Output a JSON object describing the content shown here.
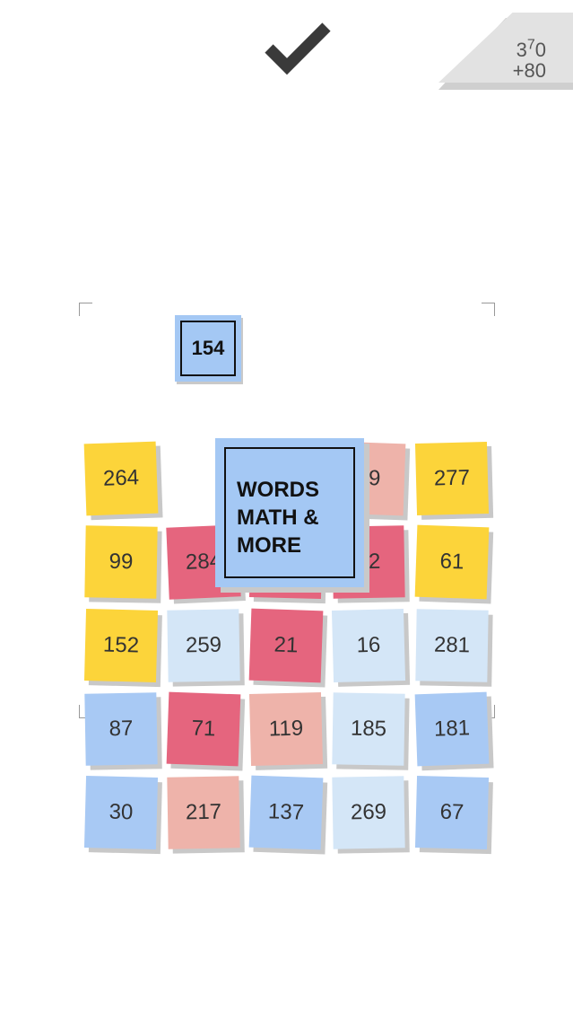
{
  "score": {
    "total_parts": [
      "3",
      "7",
      "0"
    ],
    "gain": "+80"
  },
  "target": {
    "value": "154"
  },
  "banner": {
    "lines": [
      "WORDS",
      "MATH &",
      "MORE"
    ]
  },
  "tiles": [
    {
      "value": "264",
      "color": "yellow"
    },
    {
      "value": "",
      "color": "none"
    },
    {
      "value": "",
      "color": "none"
    },
    {
      "value": "59",
      "color": "pink"
    },
    {
      "value": "277",
      "color": "yellow"
    },
    {
      "value": "99",
      "color": "yellow"
    },
    {
      "value": "284",
      "color": "red"
    },
    {
      "value": "",
      "color": "red"
    },
    {
      "value": "12",
      "color": "red"
    },
    {
      "value": "61",
      "color": "yellow"
    },
    {
      "value": "152",
      "color": "yellow"
    },
    {
      "value": "259",
      "color": "lblue"
    },
    {
      "value": "21",
      "color": "red"
    },
    {
      "value": "16",
      "color": "lblue"
    },
    {
      "value": "281",
      "color": "lblue"
    },
    {
      "value": "87",
      "color": "blue"
    },
    {
      "value": "71",
      "color": "red"
    },
    {
      "value": "119",
      "color": "pink"
    },
    {
      "value": "185",
      "color": "lblue"
    },
    {
      "value": "181",
      "color": "blue"
    },
    {
      "value": "30",
      "color": "blue"
    },
    {
      "value": "217",
      "color": "pink"
    },
    {
      "value": "137",
      "color": "blue"
    },
    {
      "value": "269",
      "color": "lblue"
    },
    {
      "value": "67",
      "color": "blue"
    }
  ]
}
